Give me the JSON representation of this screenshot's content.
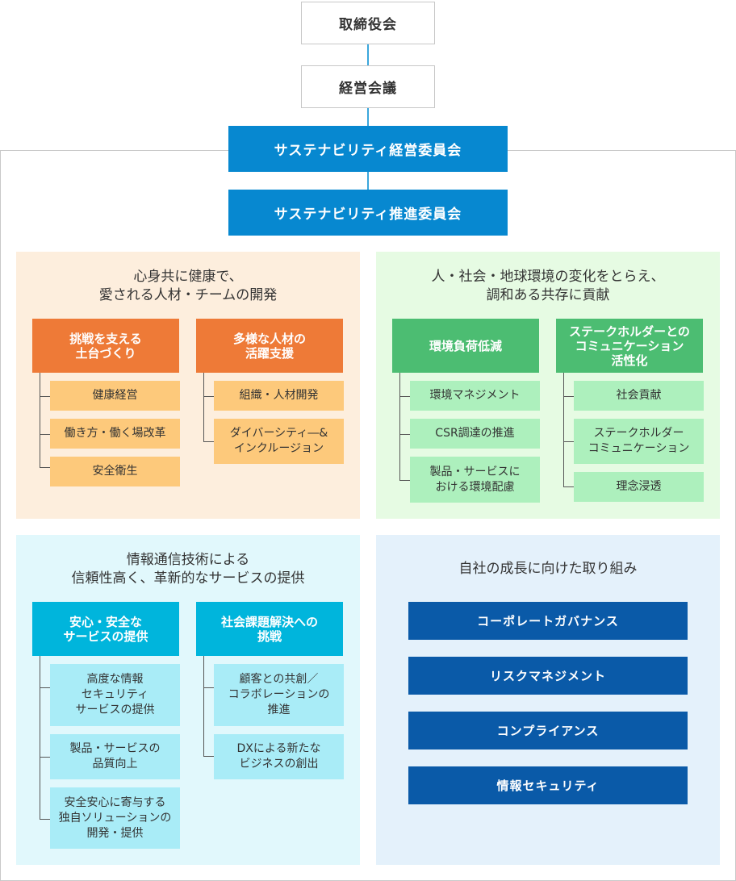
{
  "top": {
    "board": "取締役会",
    "management": "経営会議",
    "sustainability_mgmt": "サステナビリティ経営委員会",
    "sustainability_promo": "サステナビリティ推進委員会"
  },
  "quadrants": {
    "people": {
      "title": "心身共に健康で、\n愛される人材・チームの開発",
      "cat1": {
        "label": "挑戦を支える\n土台づくり",
        "items": [
          "健康経営",
          "働き方・働く場改革",
          "安全衛生"
        ]
      },
      "cat2": {
        "label": "多様な人材の\n活躍支援",
        "items": [
          "組織・人材開発",
          "ダイバーシティ―&\nインクルージョン"
        ]
      }
    },
    "environment": {
      "title": "人・社会・地球環境の変化をとらえ、\n調和ある共存に貢献",
      "cat1": {
        "label": "環境負荷低減",
        "items": [
          "環境マネジメント",
          "CSR調達の推進",
          "製品・サービスに\nおける環境配慮"
        ]
      },
      "cat2": {
        "label": "ステークホルダーとの\nコミュニケーション\n活性化",
        "items": [
          "社会貢献",
          "ステークホルダー\nコミュニケーション",
          "理念浸透"
        ]
      }
    },
    "ict": {
      "title": "情報通信技術による\n信頼性高く、革新的なサービスの提供",
      "cat1": {
        "label": "安心・安全な\nサービスの提供",
        "items": [
          "高度な情報\nセキュリティ\nサービスの提供",
          "製品・サービスの\n品質向上",
          "安全安心に寄与する\n独自ソリューションの\n開発・提供"
        ]
      },
      "cat2": {
        "label": "社会課題解決への\n挑戦",
        "items": [
          "顧客との共創／\nコラボレーションの\n推進",
          "DXによる新たな\nビジネスの創出"
        ]
      }
    },
    "growth": {
      "title": "自社の成長に向けた取り組み",
      "items": [
        "コーポレートガバナンス",
        "リスクマネジメント",
        "コンプライアンス",
        "情報セキュリティ"
      ]
    }
  },
  "colors": {
    "blue_header": "#0788d0",
    "people_bg": "#fdeedd",
    "people_cat": "#ee7a37",
    "people_sub": "#fdc97b",
    "env_bg": "#e6fbe3",
    "env_cat": "#4cbd72",
    "env_sub": "#adf0bd",
    "ict_bg": "#e1f8fc",
    "ict_cat": "#00b5dc",
    "ict_sub": "#a9ecf7",
    "growth_bg": "#e4f1fb",
    "growth_item": "#0a5aa8"
  }
}
